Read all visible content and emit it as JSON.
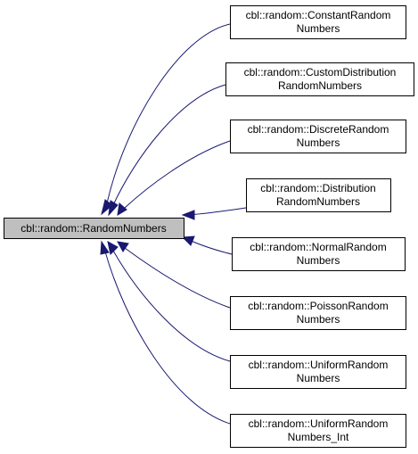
{
  "base_class": {
    "line1": "cbl::random::RandomNumbers"
  },
  "derived_classes": [
    {
      "line1": "cbl::random::ConstantRandom",
      "line2": "Numbers"
    },
    {
      "line1": "cbl::random::CustomDistribution",
      "line2": "RandomNumbers"
    },
    {
      "line1": "cbl::random::DiscreteRandom",
      "line2": "Numbers"
    },
    {
      "line1": "cbl::random::Distribution",
      "line2": "RandomNumbers"
    },
    {
      "line1": "cbl::random::NormalRandom",
      "line2": "Numbers"
    },
    {
      "line1": "cbl::random::PoissonRandom",
      "line2": "Numbers"
    },
    {
      "line1": "cbl::random::UniformRandom",
      "line2": "Numbers"
    },
    {
      "line1": "cbl::random::UniformRandom",
      "line2": "Numbers_Int"
    }
  ],
  "colors": {
    "edge": "#191970",
    "base_fill": "#bfbfbf",
    "node_fill": "#ffffff",
    "node_stroke": "#000000"
  }
}
